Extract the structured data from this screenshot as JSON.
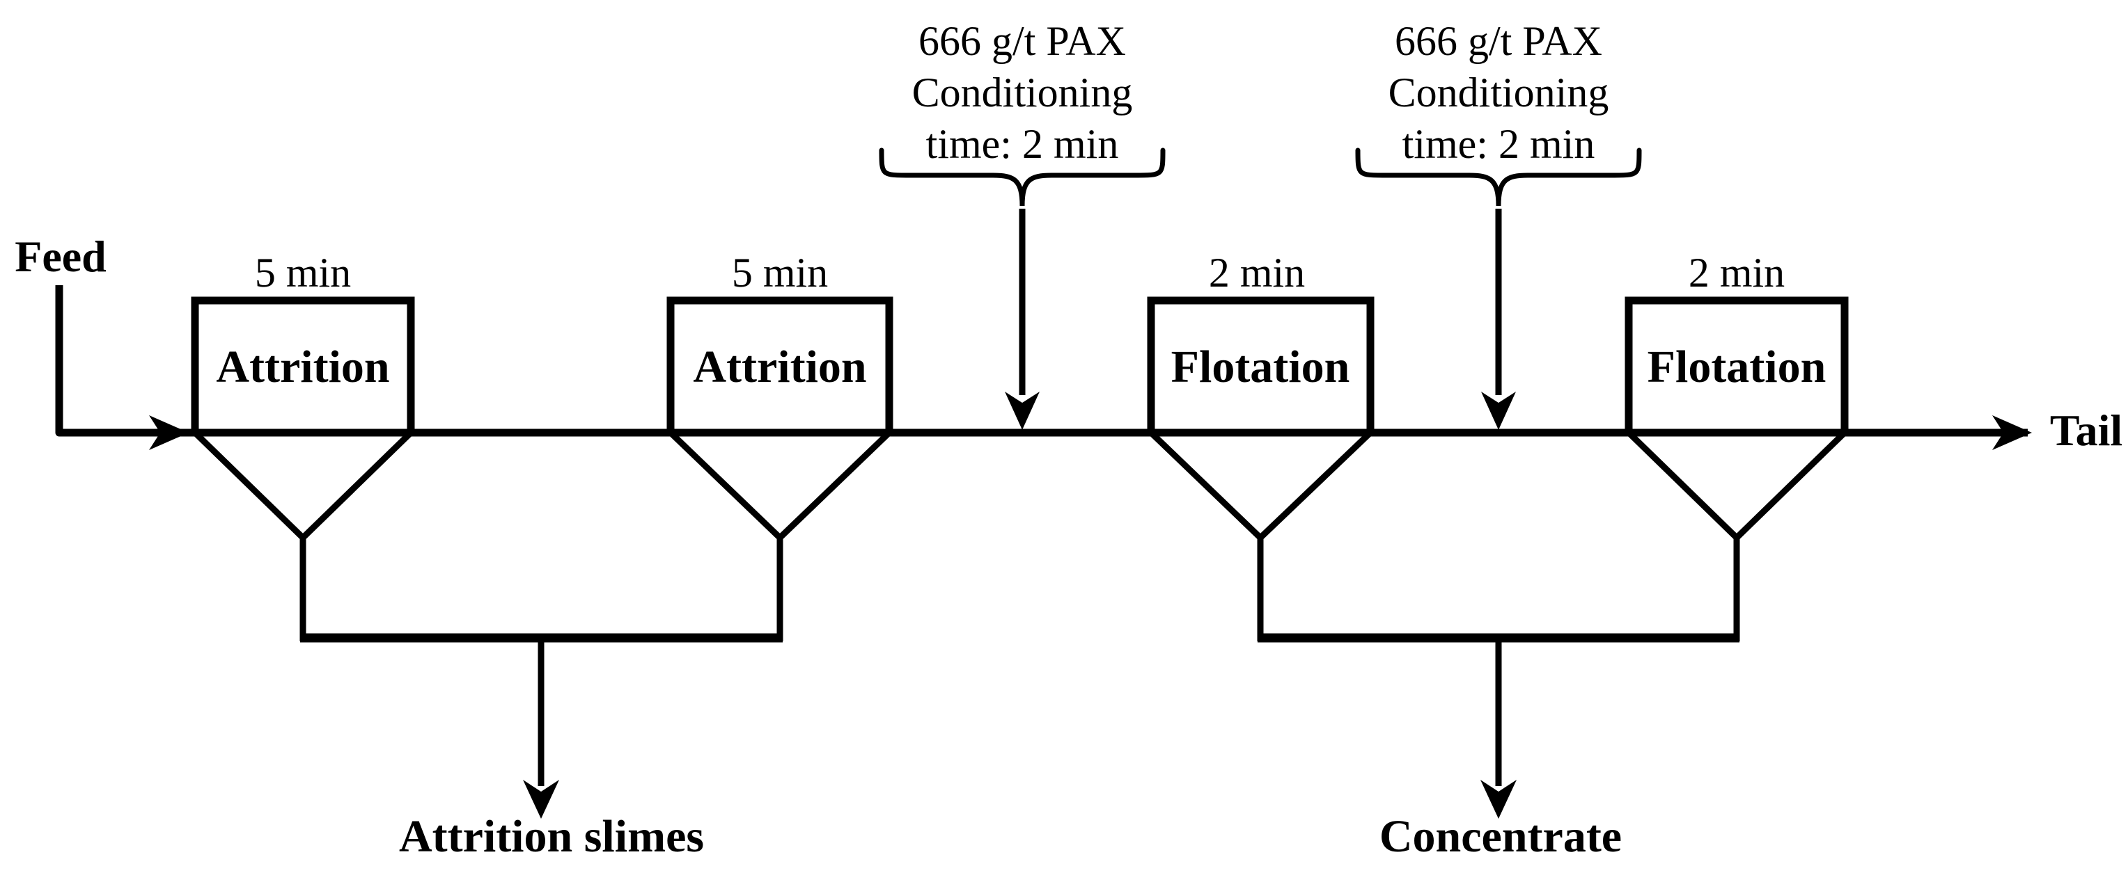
{
  "colors": {
    "ink": "#000000",
    "background": "#ffffff"
  },
  "streams": {
    "feed": "Feed",
    "tail": "Tail",
    "attrition_slimes": "Attrition slimes",
    "concentrate": "Concentrate"
  },
  "units": [
    {
      "id": "attrition-1",
      "label": "Attrition",
      "time": "5 min"
    },
    {
      "id": "attrition-2",
      "label": "Attrition",
      "time": "5 min"
    },
    {
      "id": "flotation-1",
      "label": "Flotation",
      "time": "2 min"
    },
    {
      "id": "flotation-2",
      "label": "Flotation",
      "time": "2 min"
    }
  ],
  "annotations": [
    {
      "lines": [
        "666 g/t PAX",
        "Conditioning",
        "time: 2 min"
      ]
    },
    {
      "lines": [
        "666 g/t PAX",
        "Conditioning",
        "time: 2 min"
      ]
    }
  ]
}
